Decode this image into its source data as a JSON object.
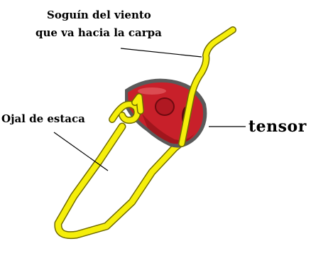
{
  "labels": {
    "line1": "Soguín del viento",
    "line2": "que va hacia la carpa",
    "loop": "Ojal de estaca",
    "tensor": "tensor"
  },
  "colors": {
    "rope": "#f5ee0a",
    "rope_edge": "#7a7600",
    "tensor_fill": "#c8202a",
    "tensor_dark": "#7d0e14",
    "tensor_edge": "#555555"
  }
}
